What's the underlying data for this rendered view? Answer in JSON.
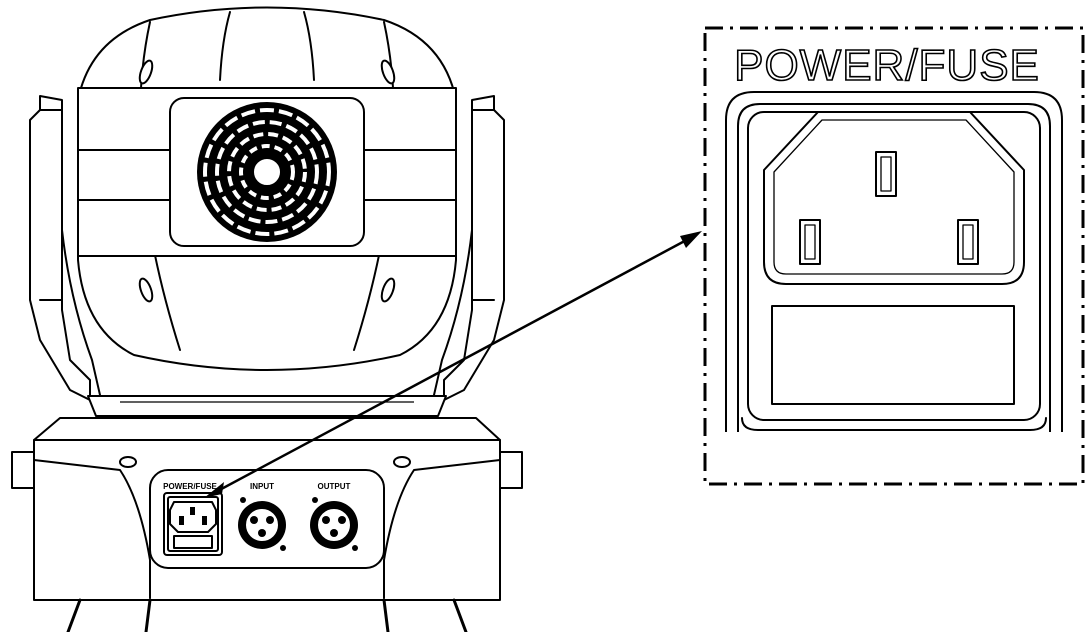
{
  "callout": {
    "title": "POWER/FUSE"
  },
  "panel_labels": {
    "power": "POWER/FUSE",
    "input": "INPUT",
    "output": "OUTPUT"
  }
}
